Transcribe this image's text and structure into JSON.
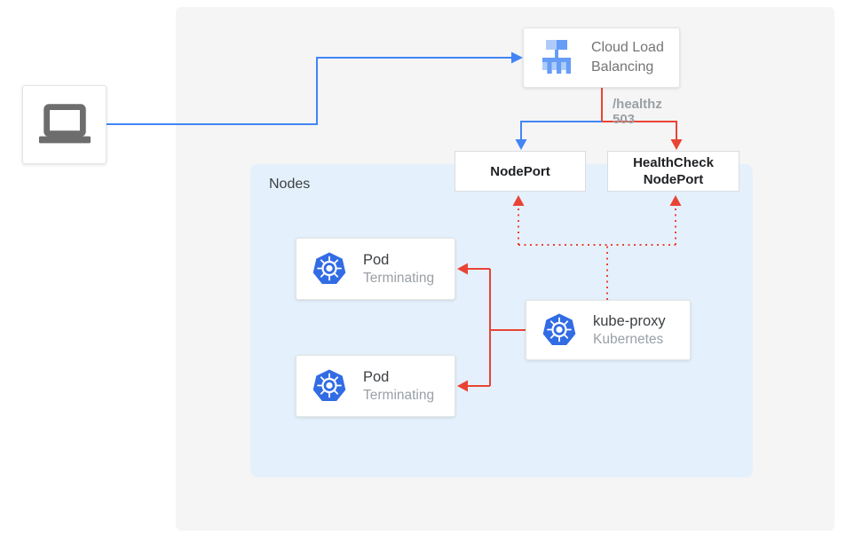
{
  "colors": {
    "blue": "#4285f4",
    "red": "#ea4335",
    "panel_bg": "#f5f5f5",
    "nodes_bg": "#e4f1fc",
    "k8s_blue": "#326ce5",
    "lb_icon_light": "#aecbfa",
    "lb_icon_medium": "#669df6",
    "laptop_gray": "#6d6d6d"
  },
  "icons": {
    "client": "laptop-icon",
    "load_balancer": "cloud-load-balancing-icon",
    "pod": "kubernetes-wheel-icon",
    "kube_proxy": "kubernetes-wheel-icon"
  },
  "diagram": {
    "cloud_load_balancing": {
      "label": "Cloud Load Balancing",
      "health_label": "/healthz 503"
    },
    "node_port": {
      "label": "NodePort"
    },
    "health_check_node_port": {
      "label": "HealthCheck NodePort"
    },
    "nodes": {
      "label": "Nodes"
    },
    "pods": [
      {
        "title": "Pod",
        "subtitle": "Terminating"
      },
      {
        "title": "Pod",
        "subtitle": "Terminating"
      }
    ],
    "kube_proxy": {
      "title": "kube-proxy",
      "subtitle": "Kubernetes"
    }
  }
}
